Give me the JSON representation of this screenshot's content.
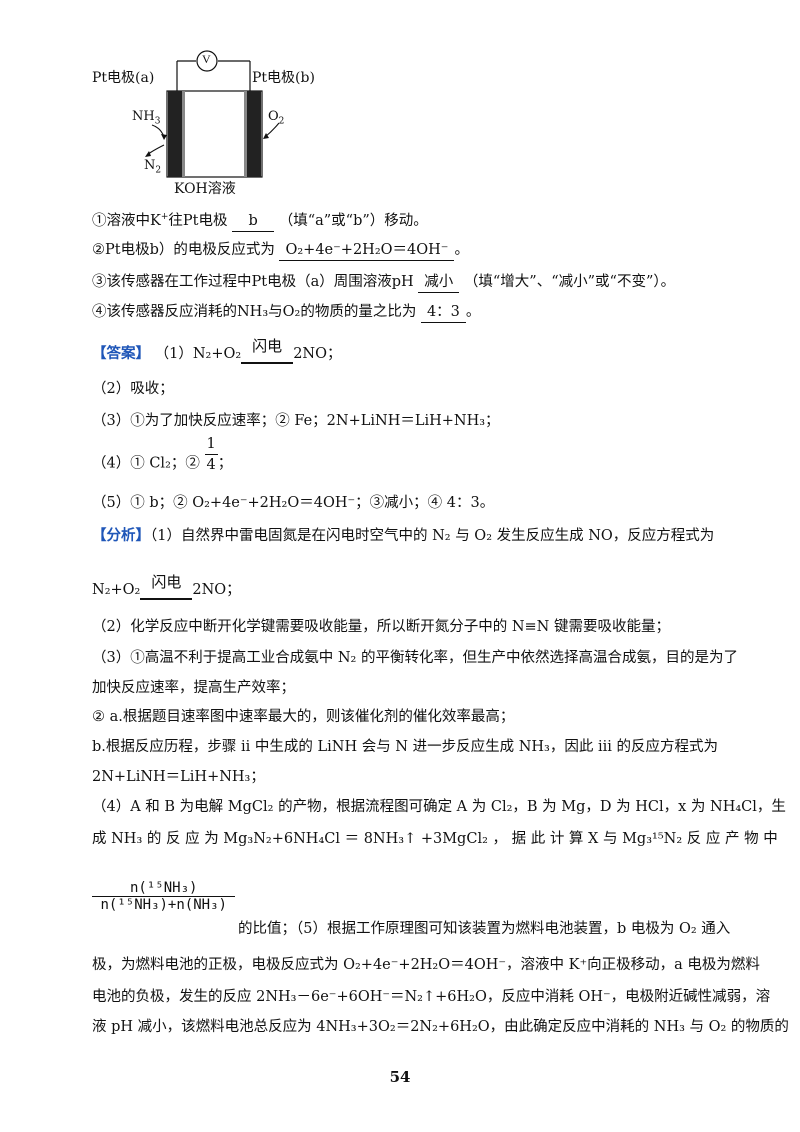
{
  "diagram": {
    "electrode_a": "Pt电极(a)",
    "electrode_b": "Pt电极(b)",
    "voltmeter": "V",
    "nh3": "NH",
    "nh3_sub": "3",
    "n2": "N",
    "n2_sub": "2",
    "o2": "O",
    "o2_sub": "2",
    "solution": "KOH溶液"
  },
  "questions": {
    "q1_a": "①溶液中K",
    "q1_b": "往Pt电极",
    "q1_ans": "b",
    "q1_c": "（填“a”或“b”）移动。",
    "q2_a": "②Pt电极b）的电极反应式为",
    "q2_ans": "O₂+4e⁻+2H₂O＝4OH⁻",
    "q2_c": "。",
    "q3_a": "③该传感器在工作过程中Pt电极（a）周围溶液pH",
    "q3_ans": "减小",
    "q3_c": "（填“增大”、“减小”或“不变”）。",
    "q4_a": "④该传感器反应消耗的NH₃与O₂的物质的量之比为",
    "q4_ans": "4：3",
    "q4_c": "。"
  },
  "answer": {
    "tag": "【答案】",
    "a1_pre": "（1）N₂+O₂",
    "a1_cond": "闪电",
    "a1_post": "2NO；",
    "a2": "（2）吸收；",
    "a3": "（3）①为了加快反应速率；② Fe；2N+LiNH＝LiH+NH₃；",
    "a4_pre": "（4）① Cl₂；②",
    "a4_num": "1",
    "a4_den": "4",
    "a4_post": "；",
    "a5": "（5）① b；② O₂+4e⁻+2H₂O＝4OH⁻；③减小；④ 4：3。"
  },
  "analysis": {
    "tag": "【分析】",
    "p1": "（1）自然界中雷电固氮是在闪电时空气中的 N₂ 与 O₂ 发生反应生成 NO，反应方程式为",
    "eq_pre": "N₂+O₂",
    "eq_cond": "闪电",
    "eq_post": "2NO；",
    "p2": "（2）化学反应中断开化学键需要吸收能量，所以断开氮分子中的 N≡N 键需要吸收能量；",
    "p3a": "（3）①高温不利于提高工业合成氨中 N₂ 的平衡转化率，但生产中依然选择高温合成氨，目的是为了",
    "p3b": "加快反应速率，提高生产效率；",
    "p3c": "② a.根据题目速率图中速率最大的，则该催化剂的催化效率最高；",
    "p3d": "b.根据反应历程，步骤 ii 中生成的 LiNH 会与 N 进一步反应生成 NH₃，因此 iii 的反应方程式为",
    "p3e": "2N+LiNH＝LiH+NH₃；",
    "p4a": "（4）A 和 B 为电解 MgCl₂ 的产物，根据流程图可确定 A 为 Cl₂，B 为 Mg，D 为 HCl，x 为 NH₄Cl，生",
    "p4b": "成 NH₃ 的 反 应 为 Mg₃N₂+6NH₄Cl ＝ 8NH₃↑ +3MgCl₂ ， 据 此 计 算 X 与 Mg₃¹⁵N₂ 反 应 产 物 中",
    "frac_num": "n(¹⁵NH₃)",
    "frac_den": "n(¹⁵NH₃)+n(NH₃)",
    "p4c": "的比值；（5）根据工作原理图可知该装置为燃料电池装置，b 电极为 O₂ 通入",
    "p5a": "极，为燃料电池的正极，电极反应式为 O₂+4e⁻+2H₂O＝4OH⁻，溶液中 K⁺向正极移动，a 电极为燃料",
    "p5b": "电池的负极，发生的反应 2NH₃－6e⁻+6OH⁻＝N₂↑+6H₂O，反应中消耗 OH⁻，电极附近碱性减弱，溶",
    "p5c": "液 pH 减小，该燃料电池总反应为 4NH₃+3O₂＝2N₂+6H₂O，由此确定反应中消耗的 NH₃ 与 O₂ 的物质的"
  },
  "page_number": "54"
}
